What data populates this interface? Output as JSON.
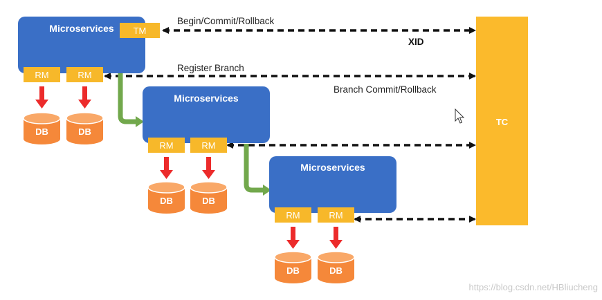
{
  "labels": {
    "begin_commit_rollback": "Begin/Commit/Rollback",
    "xid": "XID",
    "register_branch": "Register Branch",
    "branch_commit_rollback": "Branch Commit/Rollback"
  },
  "tc": {
    "label": "TC"
  },
  "services": [
    {
      "title": "Microservices",
      "tm_label": "TM",
      "rms": [
        {
          "label": "RM",
          "db": "DB"
        },
        {
          "label": "RM",
          "db": "DB"
        }
      ]
    },
    {
      "title": "Microservices",
      "rms": [
        {
          "label": "RM",
          "db": "DB"
        },
        {
          "label": "RM",
          "db": "DB"
        }
      ]
    },
    {
      "title": "Microservices",
      "rms": [
        {
          "label": "RM",
          "db": "DB"
        },
        {
          "label": "RM",
          "db": "DB"
        }
      ]
    }
  ],
  "watermark": "https://blog.csdn.net/HBliucheng",
  "colors": {
    "service_blue": "#3a6fc6",
    "tag_yellow": "#f7b82a",
    "tc_yellow": "#fbba2c",
    "db_orange": "#f5883a",
    "arrow_red": "#ec2b2b",
    "arrow_green": "#72a84c",
    "dashed_black": "#111111"
  }
}
